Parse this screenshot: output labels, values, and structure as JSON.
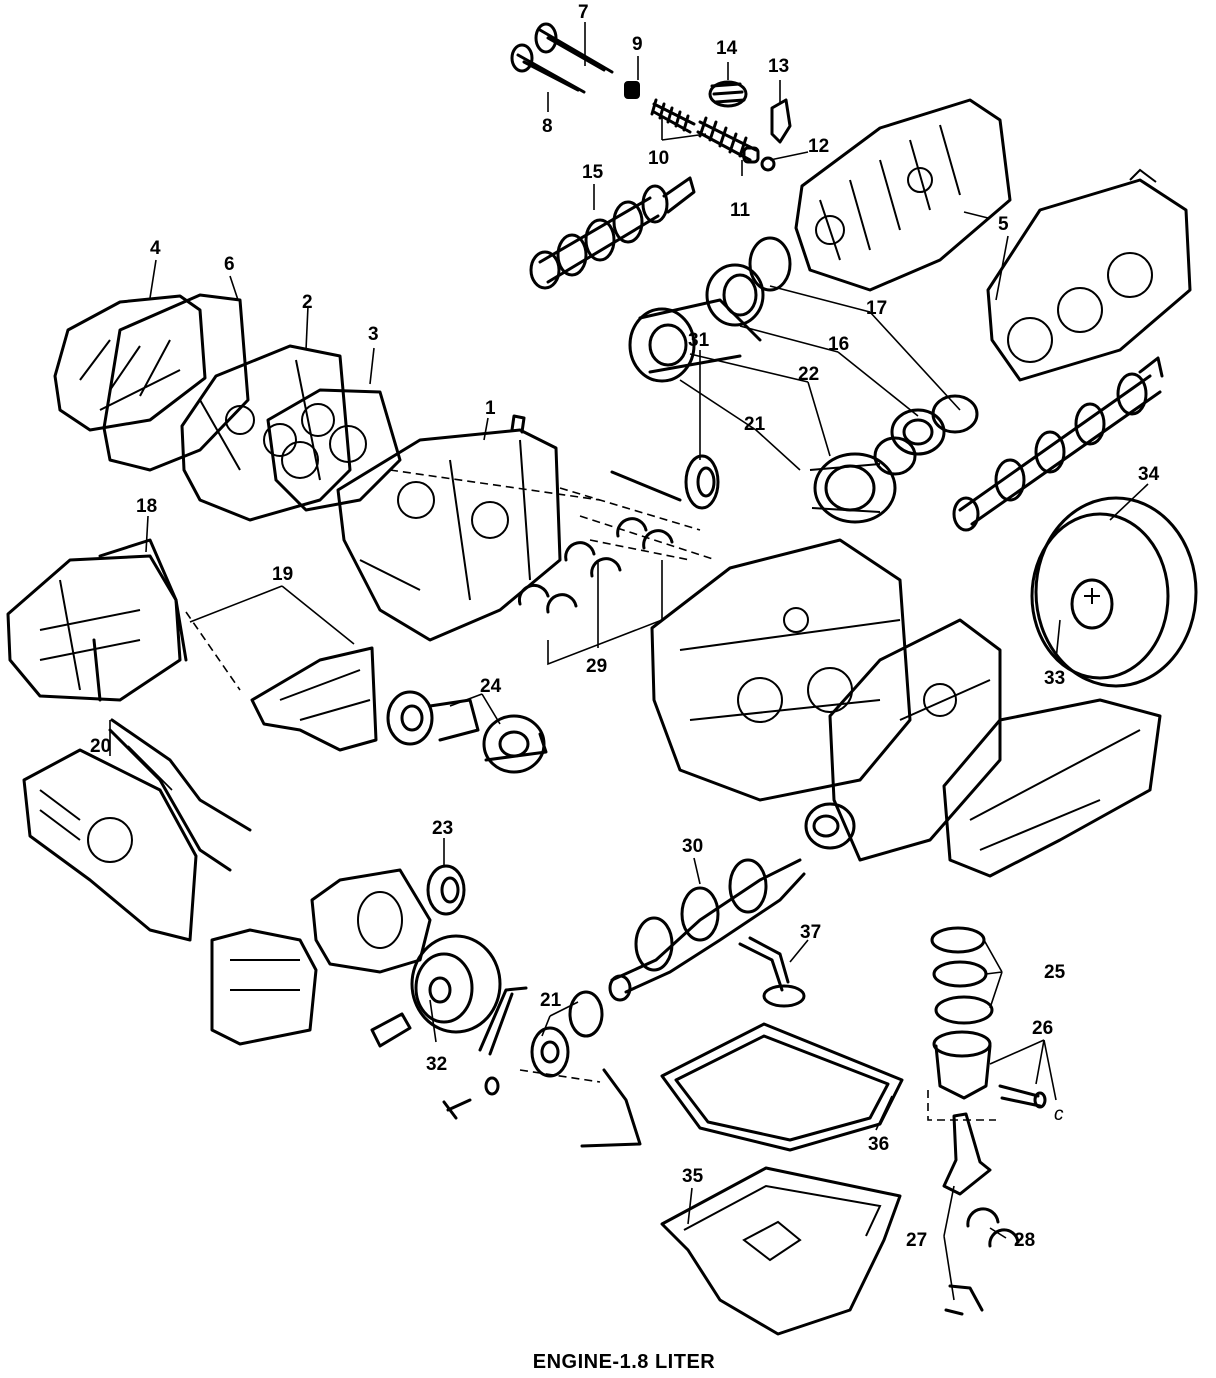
{
  "diagram": {
    "caption": "ENGINE-1.8 LITER",
    "callouts": {
      "c1": "1",
      "c2": "2",
      "c3": "3",
      "c4": "4",
      "c5": "5",
      "c6": "6",
      "c7": "7",
      "c8": "8",
      "c9": "9",
      "c10": "10",
      "c11": "11",
      "c12": "12",
      "c13": "13",
      "c14": "14",
      "c15": "15",
      "c16": "16",
      "c17": "17",
      "c18": "18",
      "c19": "19",
      "c20": "20",
      "c21a": "21",
      "c21b": "21",
      "c22": "22",
      "c23": "23",
      "c24": "24",
      "c25": "25",
      "c26": "26",
      "c27": "27",
      "c28": "28",
      "c29": "29",
      "c30": "30",
      "c31": "31",
      "c32": "32",
      "c33": "33",
      "c34": "34",
      "c35": "35",
      "c36": "36",
      "c37": "37",
      "cC": "c"
    }
  }
}
